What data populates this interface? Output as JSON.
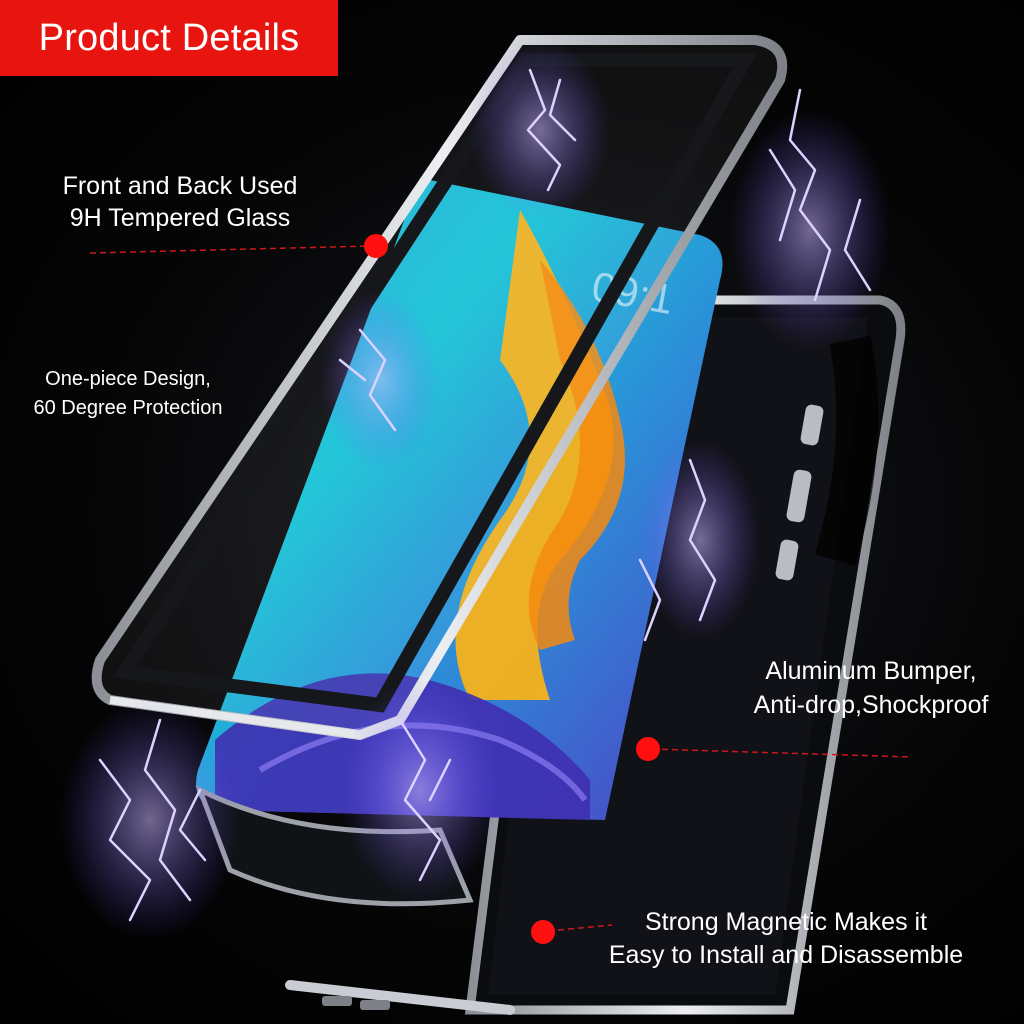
{
  "title": "Product Details",
  "features": [
    {
      "line1": "Front and Back Used",
      "line2": "9H Tempered Glass"
    },
    {
      "line1": "One-piece Design,",
      "line2": "60 Degree Protection"
    },
    {
      "line1": "Aluminum Bumper,",
      "line2": "Anti-drop,Shockproof"
    },
    {
      "line1": "Strong Magnetic Makes it",
      "line2": "Easy to Install and Disassemble"
    }
  ],
  "colors": {
    "badge": "#e8140f",
    "marker": "#ff1010",
    "lightning": "#a98cff",
    "frame": "#c9ccd2"
  }
}
